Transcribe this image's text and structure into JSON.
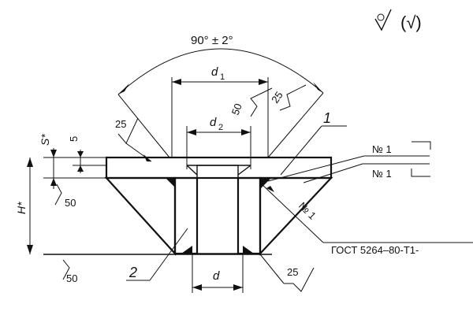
{
  "roughness_symbol": "(√)",
  "angle_label": "90° ± 2°",
  "dimensions": {
    "d1": "d",
    "d1_sub": "1",
    "d2": "d",
    "d2_sub": "2",
    "d": "d",
    "s": "S*",
    "five": "5",
    "h": "H*"
  },
  "roughness_values": {
    "cone_right_a": "50",
    "cone_right_b": "25",
    "top_left": "25",
    "side_left": "50",
    "bottom_left": "50",
    "bottom_right": "25"
  },
  "part_numbers": {
    "one": "1",
    "two": "2"
  },
  "weld_marks": {
    "upper": "№ 1",
    "lower": "№ 1",
    "diagonal": "№ 1"
  },
  "standard": "ГОСТ 5264–80-Т1-"
}
